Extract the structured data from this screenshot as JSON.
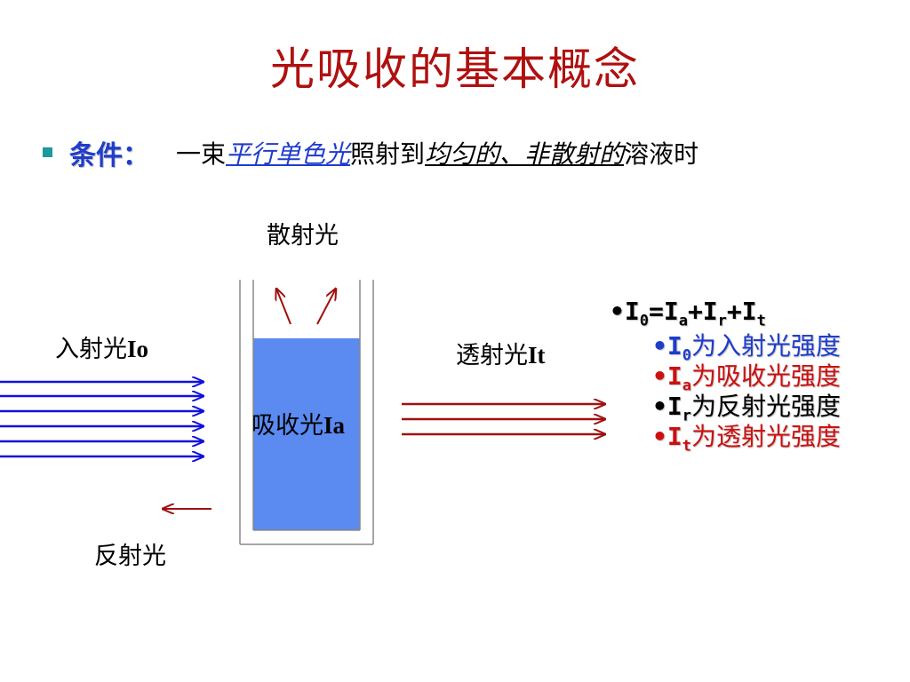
{
  "title": "光吸收的基本概念",
  "condition": {
    "label": "条件：",
    "part1": "一束",
    "emph1": "平行单色光",
    "part2": "照射到",
    "emph2": "均匀的、非散射的",
    "part3": "溶液时"
  },
  "diagram": {
    "scattered": "散射光",
    "incident": "入射光",
    "incident_sym": "Io",
    "absorbed": "吸收光",
    "absorbed_sym": "Ia",
    "transmitted": "透射光",
    "transmitted_sym": "It",
    "reflected": "反射光"
  },
  "formulas": {
    "equation": {
      "bullet": "•",
      "a": "I",
      "a_sub": "0",
      "eq": "=",
      "b": "I",
      "b_sub": "a",
      "p1": "+",
      "c": "I",
      "c_sub": "r",
      "p2": "+",
      "d": "I",
      "d_sub": "t"
    },
    "items": [
      {
        "sym": "I",
        "sub": "0",
        "text": "为入射光强度",
        "color": "#1f3ccc"
      },
      {
        "sym": "I",
        "sub": "a",
        "text": "为吸收光强度",
        "color": "#cc1010"
      },
      {
        "sym": "I",
        "sub": "r",
        "text": "为反射光强度",
        "color": "#000000"
      },
      {
        "sym": "I",
        "sub": "t",
        "text": "为透射光强度",
        "color": "#cc1010"
      }
    ]
  },
  "colors": {
    "title": "#b01010",
    "incident_arrows": "#1010e0",
    "transmitted_arrows": "#a01010",
    "liquid": "#5b8af0",
    "cuvette_edge": "#555555"
  }
}
